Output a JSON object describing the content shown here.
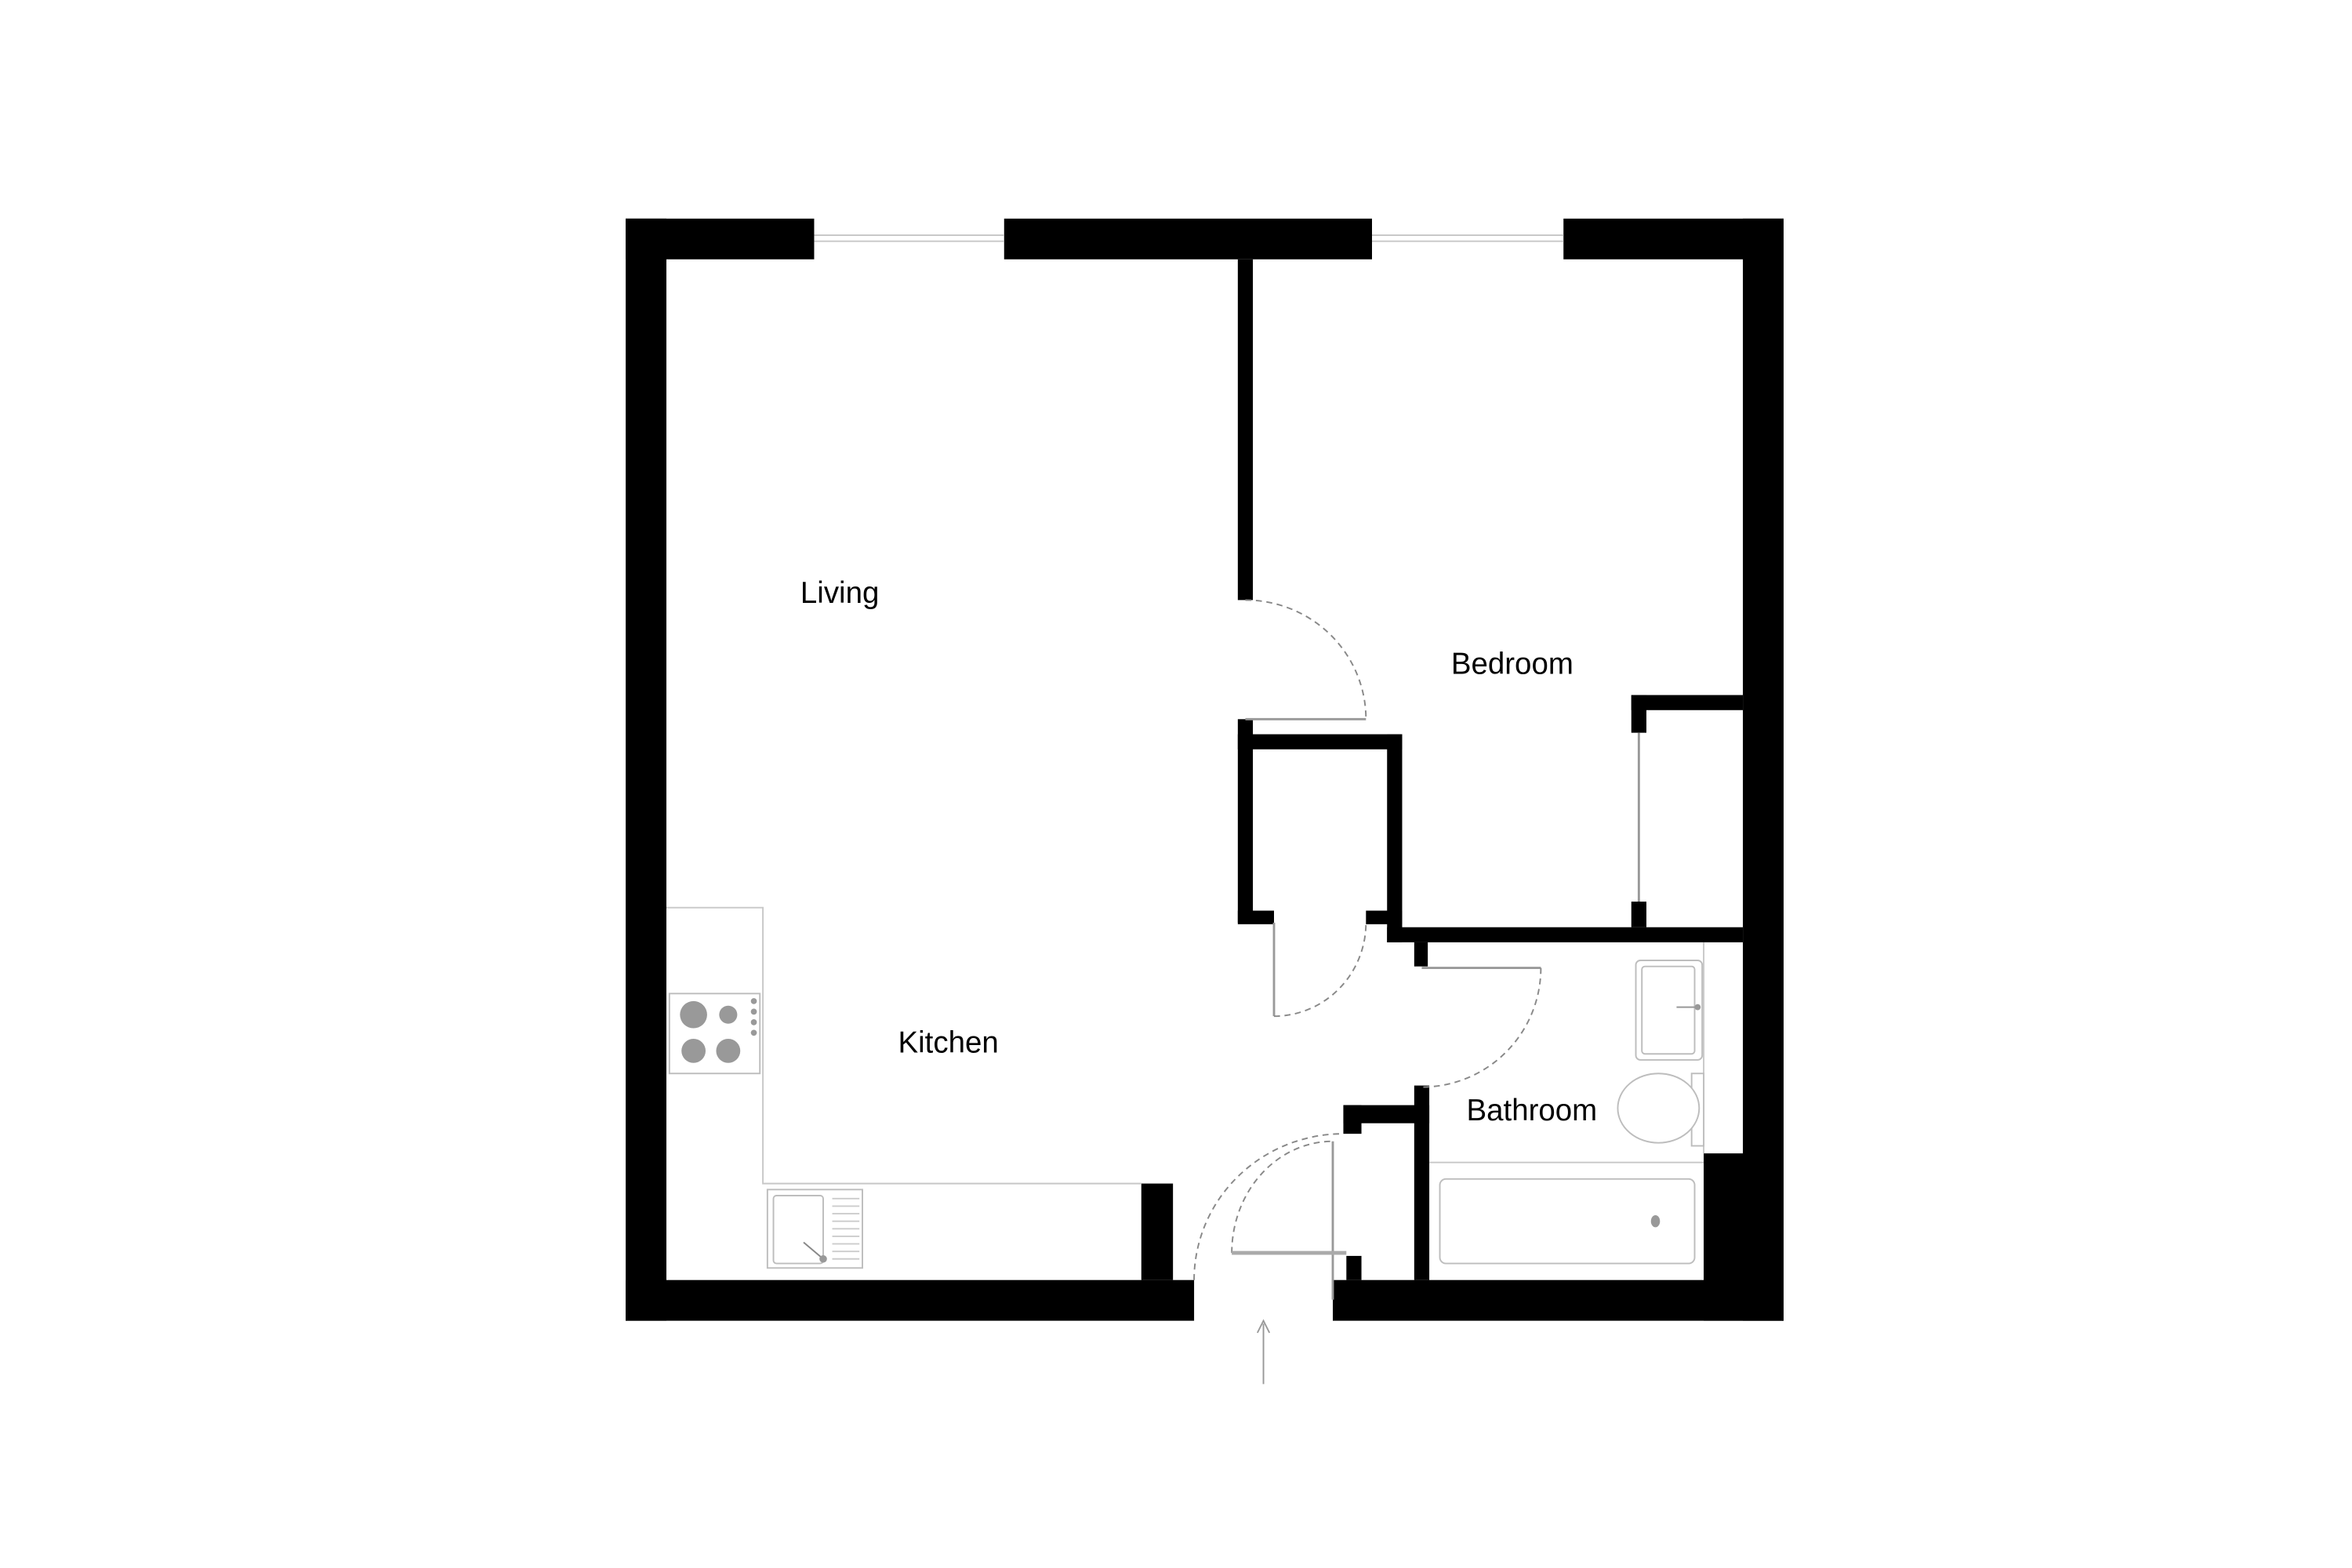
{
  "floorplan": {
    "rooms": {
      "living": "Living",
      "bedroom": "Bedroom",
      "kitchen": "Kitchen",
      "bathroom": "Bathroom"
    },
    "colors": {
      "wall": "#000000",
      "fixture": "#bdbdbd",
      "fixture_detail": "#999999"
    }
  }
}
